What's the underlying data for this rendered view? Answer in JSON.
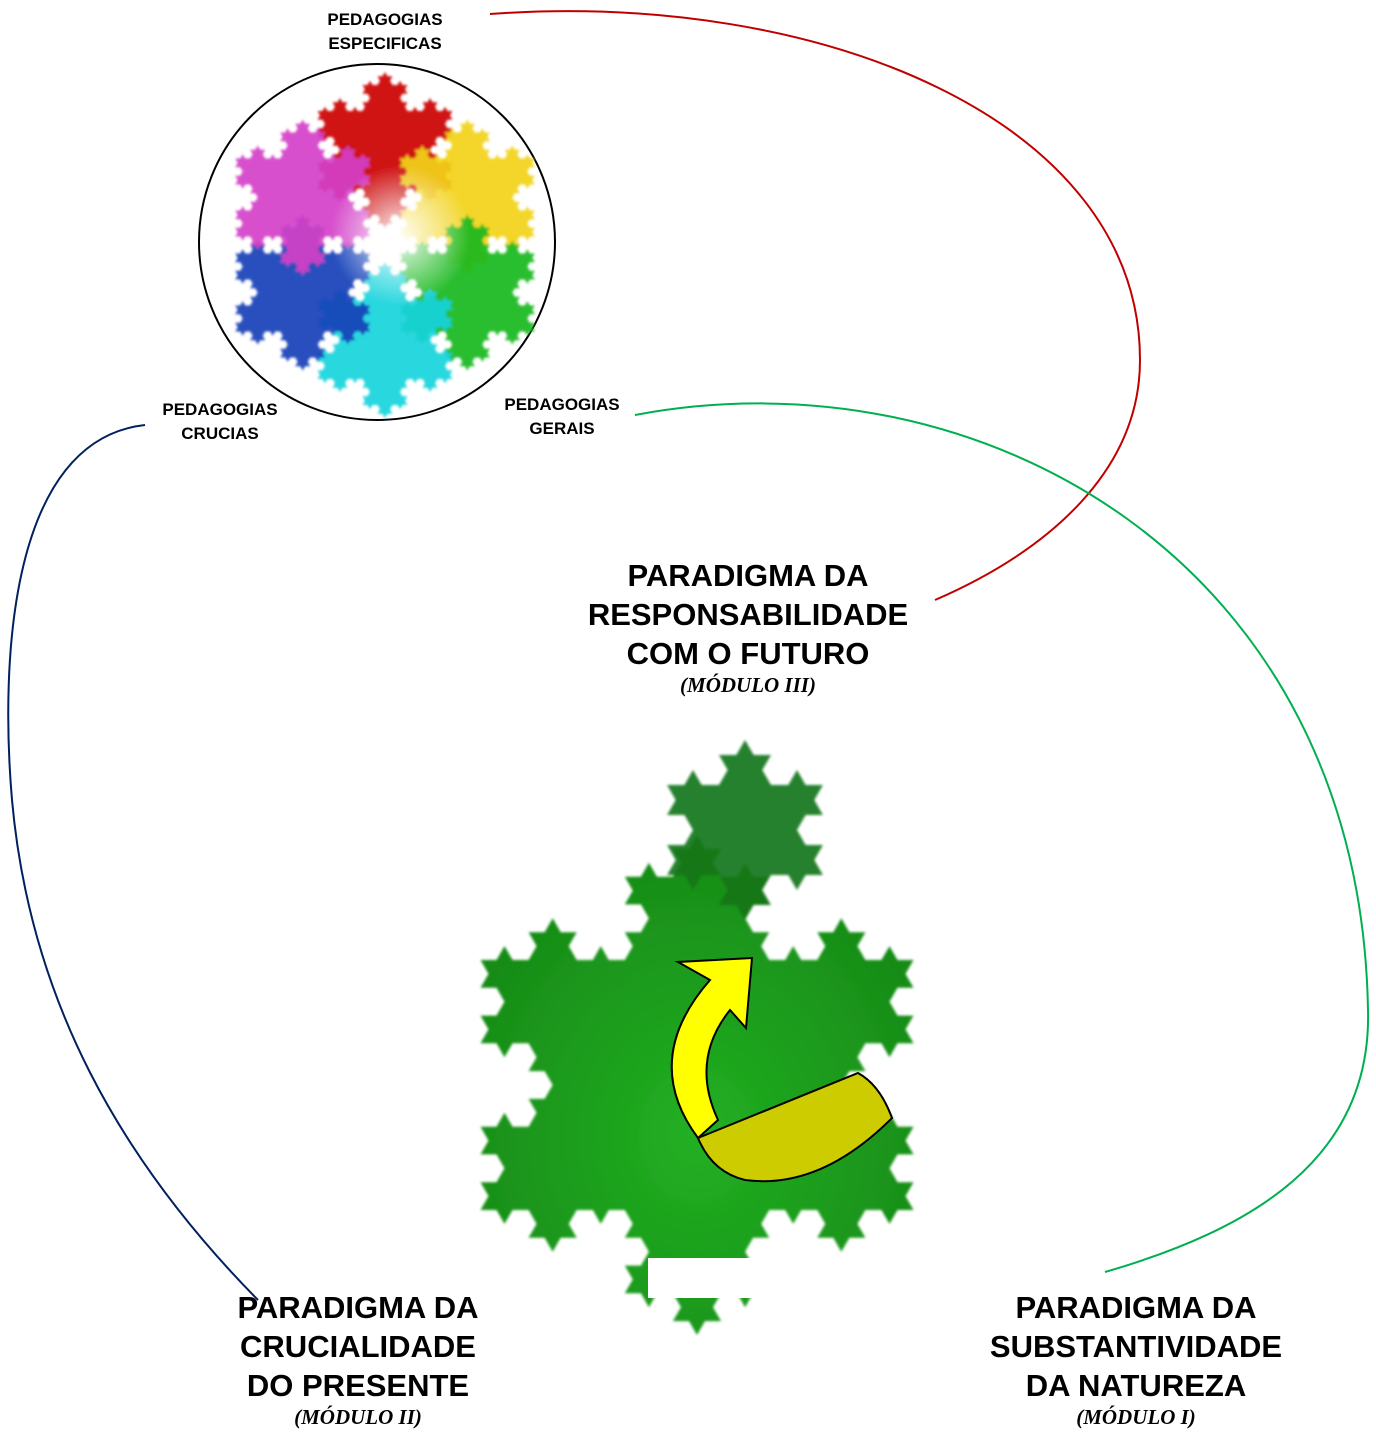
{
  "colors": {
    "red_curve": "#c00000",
    "green_curve": "#00b050",
    "blue_curve": "#002060",
    "triangle_green": "#1f9a1f",
    "triangle_dark": "#0f6e12",
    "arrow_yellow": "#ffff00",
    "arrow_olive": "#cccc00"
  },
  "flower": {
    "petals": [
      "#cc0000",
      "#f2d21a",
      "#19b81e",
      "#1ad4dc",
      "#1440b8",
      "#d440c8"
    ]
  },
  "pedagogies": {
    "especificas": [
      "PEDAGOGIAS",
      "ESPECIFICAS"
    ],
    "crucias": [
      "PEDAGOGIAS",
      "CRUCIAS"
    ],
    "gerais": [
      "PEDAGOGIAS",
      "GERAIS"
    ]
  },
  "paradigms": {
    "top": {
      "lines": [
        "PARADIGMA DA",
        "RESPONSABILIDADE",
        "COM O FUTURO"
      ],
      "module": "(MÓDULO III)"
    },
    "left": {
      "lines": [
        "PARADIGMA DA",
        "CRUCIALIDADE",
        "DO PRESENTE"
      ],
      "module": "(MÓDULO II)"
    },
    "right": {
      "lines": [
        "PARADIGMA DA",
        "SUBSTANTIVIDADE",
        "DA NATUREZA"
      ],
      "module": "(MÓDULO I)"
    }
  },
  "icons": {
    "flower": "koch-snowflake-color-wheel",
    "triangle": "koch-fractal-triangle",
    "arrow": "cycle-arrow"
  }
}
